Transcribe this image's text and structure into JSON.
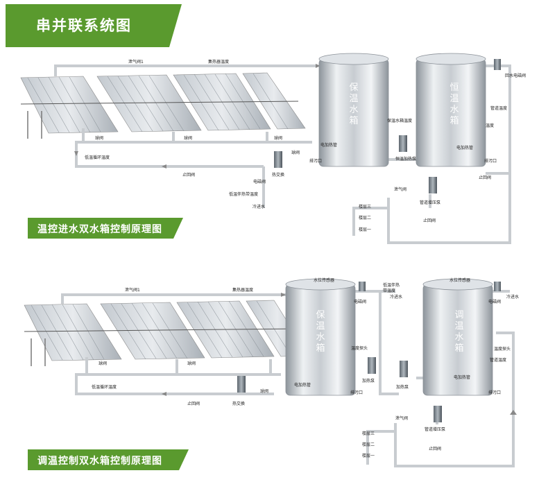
{
  "title": "串并联系统图",
  "sections": [
    {
      "caption": "温控进水双水箱控制原理图",
      "tank1_label": [
        "保",
        "温",
        "水",
        "箱"
      ],
      "tank2_label": [
        "恒",
        "温",
        "水",
        "箱"
      ],
      "labels": {
        "vent_valve": "泄气阀1",
        "collector_temp": "集热器温度",
        "ball_valve": "球阀",
        "loop_temp": "低温循环温度",
        "check_valve": "止回阀",
        "solenoid_valve": "电磁阀",
        "heat_exchange": "热交换",
        "low_temp_pipe": "低温伴热带温度",
        "cold_water": "冷进水",
        "heater_tube": "电加热管",
        "drain": "排污口",
        "tank_temp": "保温水箱温度",
        "const_pump": "恒温加热泵",
        "return_solenoid": "回水电磁阀",
        "pipe_temp": "管道温度",
        "temp": "温度",
        "heater_tube2": "电加热管",
        "drain2": "排污口",
        "check_valve2": "止回阀",
        "vent_valve2": "泄气阀",
        "pressure_pump": "管道增压泵",
        "floor3": "楼层三",
        "floor2": "楼层二",
        "floor1": "楼层一",
        "check_valve3": "止回阀"
      }
    },
    {
      "caption": "调温控制双水箱控制原理图",
      "tank1_label": [
        "保",
        "温",
        "水",
        "箱"
      ],
      "tank2_label": [
        "调",
        "温",
        "水",
        "箱"
      ],
      "labels": {
        "vent_valve": "泄气阀1",
        "collector_temp": "集热器温度",
        "level_sensor": "水位传感器",
        "solenoid_valve": "电磁阀",
        "low_temp_pipe_a": "低温伴热",
        "low_temp_pipe_b": "带温度",
        "cold_water": "冷进水",
        "level_sensor2": "水位传感器",
        "solenoid_valve2": "电磁阀",
        "cold_water2": "冷进水",
        "ball_valve": "球阀",
        "loop_temp": "低温循环温度",
        "check_valve": "止回阀",
        "heat_exchange": "热交换",
        "heater_tube": "电加热管",
        "drain": "排污口",
        "temp_probe": "温度探头",
        "heat_pump": "加热泵",
        "heat_pump2": "加热泵",
        "temp_probe2": "温度探头",
        "pipe_temp": "管道温度",
        "heater_tube2": "电加热管",
        "drain2": "排污口",
        "vent_valve2": "泄气阀",
        "pressure_pump": "管道增压泵",
        "floor3": "楼层三",
        "floor2": "楼层二",
        "floor1": "楼层一",
        "check_valve2": "止回阀"
      }
    }
  ],
  "colors": {
    "banner": "#5a9a2e",
    "pipe": "#c8ccd0",
    "tank_light": "#e6e9ec",
    "tank_dark": "#9aa1a8",
    "collector": "#b4bbc2"
  }
}
